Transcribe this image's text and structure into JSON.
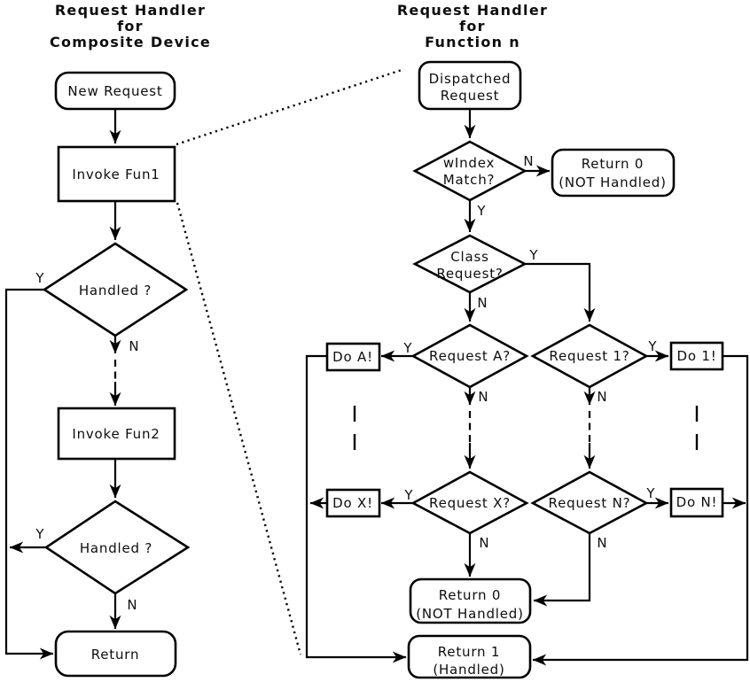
{
  "canvas": {
    "background": "#ffffff",
    "line_color": "#000000",
    "text_color": "#0d0d0d"
  },
  "left_flow": {
    "title": {
      "line1": "Request Handler",
      "line2": "for",
      "line3": "Composite Device"
    },
    "nodes": {
      "new_request": "New Request",
      "invoke_fun1": "Invoke Fun1",
      "handled_1": "Handled ?",
      "invoke_fun2": "Invoke Fun2",
      "handled_2": "Handled ?",
      "return_end": "Return"
    },
    "branches": {
      "handled_1_yes": "Y",
      "handled_1_no": "N",
      "handled_2_yes": "Y",
      "handled_2_no": "N"
    }
  },
  "right_flow": {
    "title": {
      "line1": "Request Handler",
      "line2": "for",
      "line3": "Function n"
    },
    "nodes": {
      "dispatched_request": {
        "line1": "Dispatched",
        "line2": "Request"
      },
      "windex_match": {
        "line1": "wIndex",
        "line2": "Match?"
      },
      "return_0_top": {
        "line1": "Return 0",
        "line2": "(NOT Handled)"
      },
      "class_request": {
        "line1": "Class",
        "line2": "Request?"
      },
      "request_a": "Request A?",
      "request_1": "Request 1?",
      "do_a": "Do A!",
      "do_1": "Do 1!",
      "request_x": "Request X?",
      "request_n": "Request N?",
      "do_x": "Do X!",
      "do_n": "Do N!",
      "return_0_bottom": {
        "line1": "Return 0",
        "line2": "(NOT Handled)"
      },
      "return_1": {
        "line1": "Return 1",
        "line2": "(Handled)"
      }
    },
    "branches": {
      "windex_yes": "Y",
      "windex_no": "N",
      "class_yes": "Y",
      "class_no": "N",
      "request_a_yes": "Y",
      "request_a_no": "N",
      "request_1_yes": "Y",
      "request_1_no": "N",
      "request_x_yes": "Y",
      "request_x_no": "N",
      "request_n_yes": "Y",
      "request_n_no": "N"
    }
  }
}
